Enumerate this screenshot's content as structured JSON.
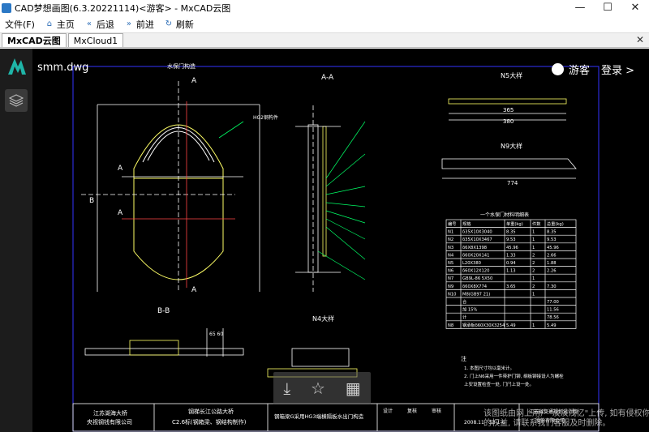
{
  "window": {
    "title": "CAD梦想画图(6.3.20221114)<游客> - MxCAD云图",
    "minimize": "—",
    "maximize": "☐",
    "close": "✕"
  },
  "menu": {
    "items": [
      {
        "label": "文件(F)",
        "icon": ""
      },
      {
        "label": "主页",
        "icon": "home-icon"
      },
      {
        "label": "后退",
        "icon": "back-icon"
      },
      {
        "label": "前进",
        "icon": "forward-icon"
      },
      {
        "label": "刷新",
        "icon": "refresh-icon"
      }
    ]
  },
  "tabs": [
    {
      "label": "MxCAD云图",
      "active": true
    },
    {
      "label": "MxCloud1",
      "active": false
    }
  ],
  "tab_close": "✕",
  "file": {
    "name": "smm.dwg"
  },
  "user": {
    "name": "游客",
    "login": "登录 >"
  },
  "watermark": "该图纸由网上用户\"淡淡浅忆\"上传, 如有侵权你的权益, 请联系我们客服及时删除。",
  "drawing": {
    "labels": {
      "drain_title": "水保门构造",
      "aa": "A-A",
      "bb": "B-B",
      "n5_detail": "N5大样",
      "n9_detail": "N9大样",
      "n4_detail": "N4大样",
      "a_mark": "A",
      "b_mark": "B",
      "hg2": "HG2钢构件",
      "dim_774": "774",
      "dim_365": "365",
      "dim_380": "380",
      "dim_6560": "65 60",
      "note_head": "注",
      "note1": "1. 本图尺寸均以毫米计。",
      "note2": "2. 门上N6采用一件带护门铆, 纲板铆接设人为螺栓",
      "note3": "   上安设置检查一处, 门闩上设一处。",
      "company": "江苏湖海大桥",
      "company2": "央视钢钱有限公司",
      "project": "钢梯长江公路大桥",
      "project2": "C2.6标(钢箱梁、钢结构制作)",
      "drawing_name": "钢箱梁G采用HG3端横隔板水出门构造",
      "design": "设计",
      "review": "复核",
      "audit": "审核",
      "institute": "江苏省交通规划设计院",
      "institute2": "股份有限公司",
      "date": "2008.11",
      "sheet": "S3-1-6"
    },
    "table": {
      "title": "一个水保门材料明细表",
      "columns": [
        "编号",
        "规格",
        "单重(kg)",
        "件数",
        "总重(kg)"
      ],
      "rows": [
        [
          "N1",
          "δ35X10X3040",
          "8.35",
          "1",
          "8.35"
        ],
        [
          "N2",
          "δ35X10X3467",
          "9.53",
          "1",
          "9.53"
        ],
        [
          "N3",
          "δ6X8X1398",
          "45.96",
          "1",
          "45.96"
        ],
        [
          "N4",
          "δ60X20X141",
          "1.33",
          "2",
          "2.66"
        ],
        [
          "N5",
          "L20X380",
          "0.94",
          "2",
          "1.88"
        ],
        [
          "N6",
          "δ60X12X120",
          "1.13",
          "2",
          "2.26"
        ],
        [
          "N7",
          "GB9L-86 5X50",
          "",
          "1",
          ""
        ],
        [
          "N9",
          "δ60X8X774",
          "3.65",
          "2",
          "7.30"
        ],
        [
          "N10",
          "M8(GB97 21)",
          "",
          "1",
          ""
        ],
        [
          "",
          "合",
          "",
          "",
          "77.00"
        ],
        [
          "",
          "加 15%",
          "",
          "",
          "11.56"
        ],
        [
          "",
          "计",
          "",
          "",
          "78.56"
        ],
        [
          "N8",
          "钢承板δ60X30X3254",
          "5.49",
          "1",
          "5.49"
        ]
      ]
    }
  }
}
